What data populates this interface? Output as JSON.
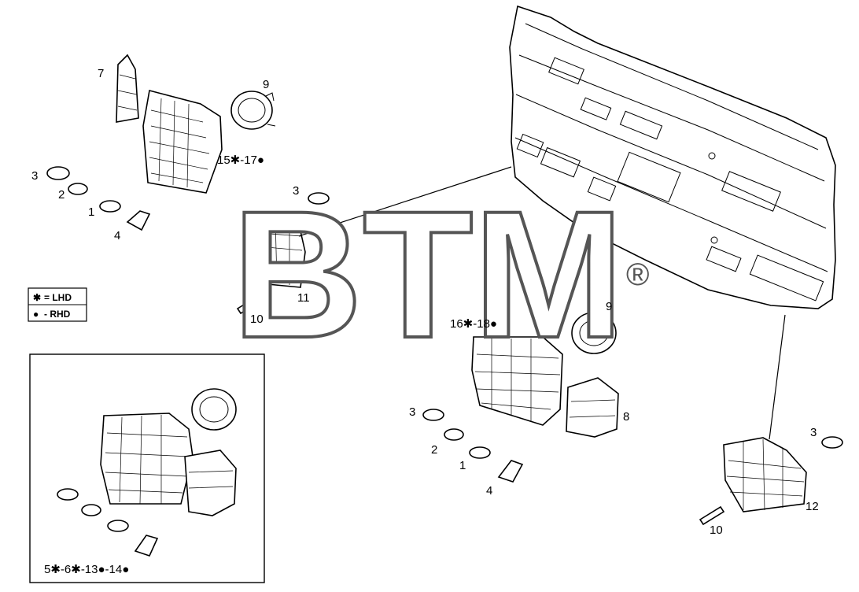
{
  "watermark": {
    "text": "BTM",
    "registered": "®"
  },
  "legend": [
    {
      "symbol": "✱",
      "text": "= LHD"
    },
    {
      "symbol": "●",
      "text": "- RHD"
    }
  ],
  "callouts": {
    "c7": "7",
    "c9a": "9",
    "c15_17": "15✱-17●",
    "c3a": "3",
    "c2a": "2",
    "c1a": "1",
    "c4a": "4",
    "c3b": "3",
    "c11": "11",
    "c10a": "10",
    "c9b": "9",
    "c16_18": "16✱-18●",
    "c8": "8",
    "c3c": "3",
    "c2b": "2",
    "c1b": "1",
    "c4b": "4",
    "c3d": "3",
    "c12": "12",
    "c10b": "10",
    "c5_14": "5✱-6✱-13●-14●"
  }
}
